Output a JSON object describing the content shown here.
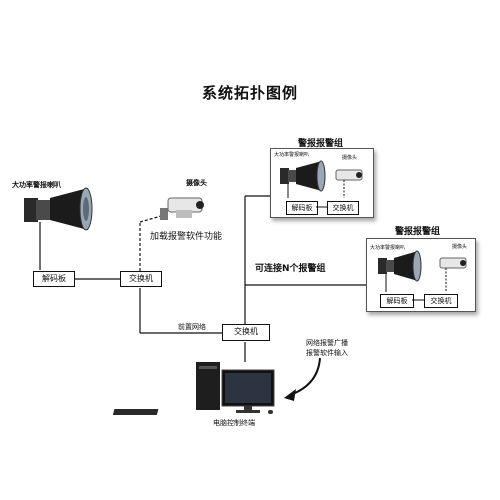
{
  "diagram": {
    "title": "系统拓扑图例",
    "left_unit": {
      "speaker_label": "大功率警报喇叭",
      "camera_label": "摄像头",
      "decoder": "解码板",
      "switch": "交换机",
      "note": "加载报警软件功能"
    },
    "center": {
      "switch": "交换机",
      "link_label": "前置网络",
      "expand_label": "可连接N个报警组",
      "computer_label": "电脑控制终端",
      "callout": "网络报警广播\n报警软件输入"
    },
    "group_top": {
      "title": "警报报警组",
      "speaker_label": "大功率警报喇叭",
      "camera_label": "摄像头",
      "decoder": "解码板",
      "switch": "交换机"
    },
    "group_right": {
      "title": "警报报警组",
      "speaker_label": "大功率警报喇叭",
      "camera_label": "摄像头",
      "decoder": "解码板",
      "switch": "交换机"
    }
  }
}
